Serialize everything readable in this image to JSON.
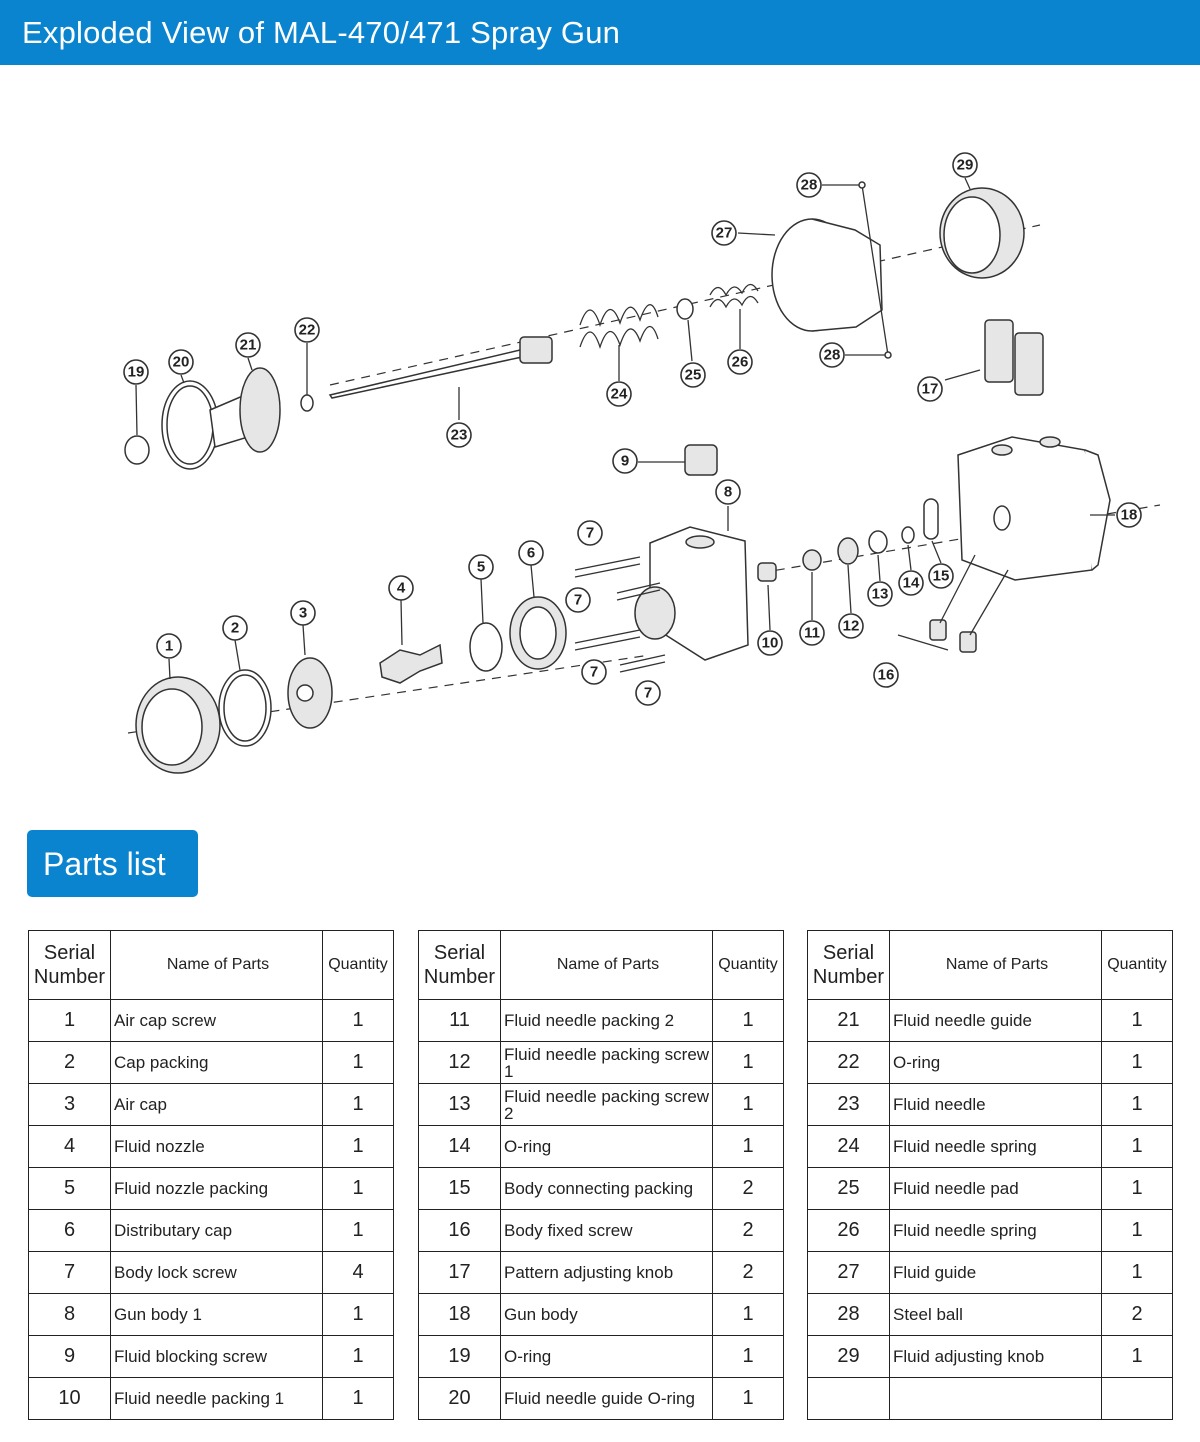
{
  "header": {
    "title": "Exploded View of MAL-470/471 Spray Gun"
  },
  "diagram": {
    "labels": [
      "1",
      "2",
      "3",
      "4",
      "5",
      "6",
      "7",
      "7",
      "7",
      "7",
      "8",
      "9",
      "10",
      "11",
      "12",
      "13",
      "14",
      "15",
      "16",
      "17",
      "18",
      "19",
      "20",
      "21",
      "22",
      "23",
      "24",
      "25",
      "26",
      "27",
      "28",
      "28",
      "29"
    ]
  },
  "section": {
    "title": "Parts list"
  },
  "table": {
    "headers": {
      "serial": "Serial Number",
      "name": "Name of Parts",
      "quantity": "Quantity"
    },
    "columns": [
      [
        {
          "no": "1",
          "name": "Air cap screw",
          "qty": "1"
        },
        {
          "no": "2",
          "name": "Cap packing",
          "qty": "1"
        },
        {
          "no": "3",
          "name": "Air cap",
          "qty": "1"
        },
        {
          "no": "4",
          "name": "Fluid nozzle",
          "qty": "1"
        },
        {
          "no": "5",
          "name": "Fluid nozzle packing",
          "qty": "1"
        },
        {
          "no": "6",
          "name": "Distributary cap",
          "qty": "1"
        },
        {
          "no": "7",
          "name": "Body lock screw",
          "qty": "4"
        },
        {
          "no": "8",
          "name": "Gun body 1",
          "qty": "1"
        },
        {
          "no": "9",
          "name": "Fluid blocking screw",
          "qty": "1"
        },
        {
          "no": "10",
          "name": "Fluid needle packing 1",
          "qty": "1"
        }
      ],
      [
        {
          "no": "11",
          "name": "Fluid needle packing 2",
          "qty": "1"
        },
        {
          "no": "12",
          "name": "Fluid needle packing screw 1",
          "qty": "1"
        },
        {
          "no": "13",
          "name": "Fluid needle packing screw 2",
          "qty": "1"
        },
        {
          "no": "14",
          "name": "O-ring",
          "qty": "1"
        },
        {
          "no": "15",
          "name": "Body connecting packing",
          "qty": "2"
        },
        {
          "no": "16",
          "name": "Body fixed screw",
          "qty": "2"
        },
        {
          "no": "17",
          "name": "Pattern adjusting knob",
          "qty": "2"
        },
        {
          "no": "18",
          "name": "Gun body",
          "qty": "1"
        },
        {
          "no": "19",
          "name": "O-ring",
          "qty": "1"
        },
        {
          "no": "20",
          "name": "Fluid needle guide O-ring",
          "qty": "1"
        }
      ],
      [
        {
          "no": "21",
          "name": "Fluid needle guide",
          "qty": "1"
        },
        {
          "no": "22",
          "name": "O-ring",
          "qty": "1"
        },
        {
          "no": "23",
          "name": "Fluid needle",
          "qty": "1"
        },
        {
          "no": "24",
          "name": "Fluid needle spring",
          "qty": "1"
        },
        {
          "no": "25",
          "name": "Fluid needle pad",
          "qty": "1"
        },
        {
          "no": "26",
          "name": "Fluid needle spring",
          "qty": "1"
        },
        {
          "no": "27",
          "name": "Fluid guide",
          "qty": "1"
        },
        {
          "no": "28",
          "name": "Steel ball",
          "qty": "2"
        },
        {
          "no": "29",
          "name": "Fluid adjusting knob",
          "qty": "1"
        },
        {
          "no": "",
          "name": "",
          "qty": ""
        }
      ]
    ]
  }
}
